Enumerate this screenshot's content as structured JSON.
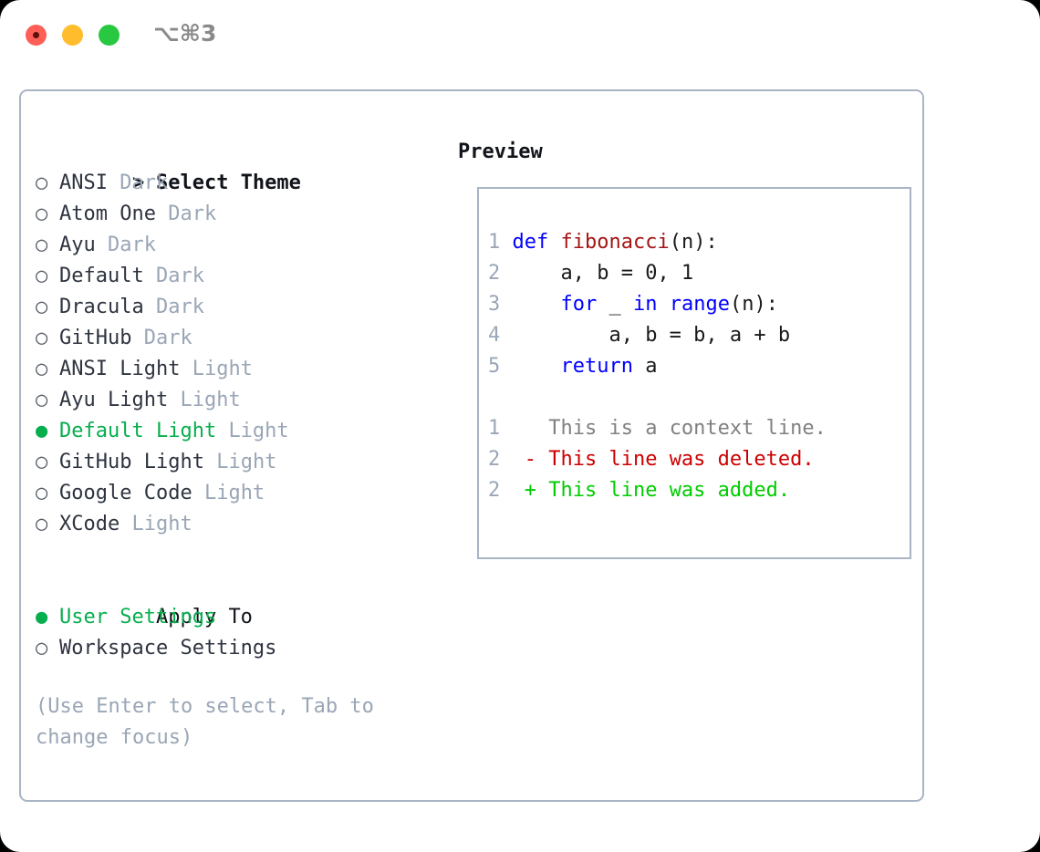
{
  "titlebar": {
    "shortcut": "⌥⌘3",
    "buttons": [
      "close",
      "minimize",
      "maximize"
    ]
  },
  "left": {
    "header": "Select Theme",
    "header_prefix": ">",
    "marker_off": "○",
    "marker_on": "●",
    "themes": [
      {
        "name": "ANSI",
        "tag": "Dark",
        "selected": false
      },
      {
        "name": "Atom One",
        "tag": "Dark",
        "selected": false
      },
      {
        "name": "Ayu",
        "tag": "Dark",
        "selected": false
      },
      {
        "name": "Default",
        "tag": "Dark",
        "selected": false
      },
      {
        "name": "Dracula",
        "tag": "Dark",
        "selected": false
      },
      {
        "name": "GitHub",
        "tag": "Dark",
        "selected": false
      },
      {
        "name": "ANSI Light",
        "tag": "Light",
        "selected": false
      },
      {
        "name": "Ayu Light",
        "tag": "Light",
        "selected": false
      },
      {
        "name": "Default Light",
        "tag": "Light",
        "selected": true
      },
      {
        "name": "GitHub Light",
        "tag": "Light",
        "selected": false
      },
      {
        "name": "Google Code",
        "tag": "Light",
        "selected": false
      },
      {
        "name": "XCode",
        "tag": "Light",
        "selected": false
      }
    ],
    "apply_header": "Apply To",
    "apply_options": [
      {
        "name": "User Settings",
        "selected": true
      },
      {
        "name": "Workspace Settings",
        "selected": false
      }
    ],
    "hint": "(Use Enter to select, Tab to change focus)"
  },
  "right": {
    "preview_title": "Preview",
    "code_lines": [
      {
        "num": "1",
        "tokens": [
          {
            "t": "def ",
            "c": "kw"
          },
          {
            "t": "fibonacci",
            "c": "fn"
          },
          {
            "t": "(n):",
            "c": "pl"
          }
        ]
      },
      {
        "num": "2",
        "tokens": [
          {
            "t": "    a, b = 0, 1",
            "c": "pl"
          }
        ]
      },
      {
        "num": "3",
        "tokens": [
          {
            "t": "    ",
            "c": "pl"
          },
          {
            "t": "for",
            "c": "kw"
          },
          {
            "t": " _ ",
            "c": "pl"
          },
          {
            "t": "in",
            "c": "kw"
          },
          {
            "t": " ",
            "c": "pl"
          },
          {
            "t": "range",
            "c": "kw"
          },
          {
            "t": "(n):",
            "c": "pl"
          }
        ]
      },
      {
        "num": "4",
        "tokens": [
          {
            "t": "        a, b = b, a + b",
            "c": "pl"
          }
        ]
      },
      {
        "num": "5",
        "tokens": [
          {
            "t": "    ",
            "c": "pl"
          },
          {
            "t": "return",
            "c": "kw"
          },
          {
            "t": " a",
            "c": "pl"
          }
        ]
      }
    ],
    "diff_lines": [
      {
        "num": "1",
        "text": "  This is a context line.",
        "kind": "ctx"
      },
      {
        "num": "2",
        "text": "- This line was deleted.",
        "kind": "del"
      },
      {
        "num": "2",
        "text": "+ This line was added.",
        "kind": "add"
      }
    ]
  },
  "colors": {
    "selected_green": "#06ae4d",
    "tag_grey": "#9aa6b6",
    "border": "#a9b4c4",
    "keyword_blue": "#0000ff",
    "function_red": "#a31515",
    "diff_add": "#00cc00",
    "diff_del": "#cc0000",
    "traffic_red": "#ff5f57",
    "traffic_yellow": "#ffbd2e",
    "traffic_green": "#28c840"
  }
}
